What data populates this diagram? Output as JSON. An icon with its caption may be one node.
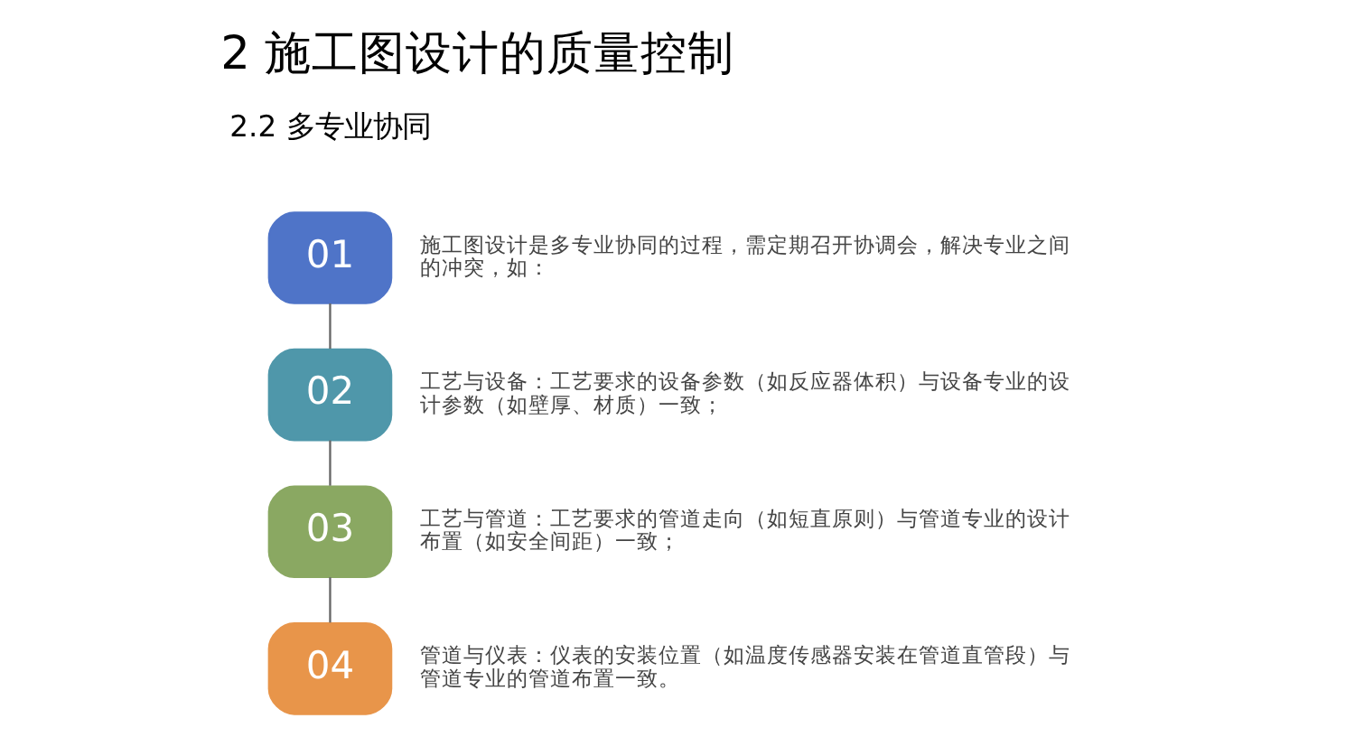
{
  "diagram": {
    "title": "2 施工图设计的质量控制",
    "nodes": [
      {
        "text": [
          "01"
        ],
        "beside": [
          "施工图设计是多专业协同的过程，需定期召开协调会，解决专业之间的冲突，如："
        ]
      },
      {
        "text": [
          "02"
        ],
        "beside": [
          "工艺与设备：工艺要求的设备参数（如反应器体积）与设备专业的设计参数（如壁厚、材质）一致；"
        ]
      },
      {
        "text": [
          "03"
        ],
        "beside": [
          "工艺与管道：工艺要求的管道走向（如短直原则）与管道专业的设计布置（如安全间距）一致；"
        ]
      },
      {
        "text": [
          "04"
        ],
        "beside": [
          "管道与仪表：仪表的安装位置（如温度传感器安装在管道直管段）与管道专业的管道布置一致。"
        ]
      }
    ],
    "edges": [
      {
        "from": 0,
        "to": 1,
        "arrow": "none"
      },
      {
        "from": 1,
        "to": 2,
        "arrow": "none"
      },
      {
        "from": 2,
        "to": 3,
        "arrow": "none"
      }
    ],
    "labels": [
      "2.2 多专业协同"
    ]
  }
}
